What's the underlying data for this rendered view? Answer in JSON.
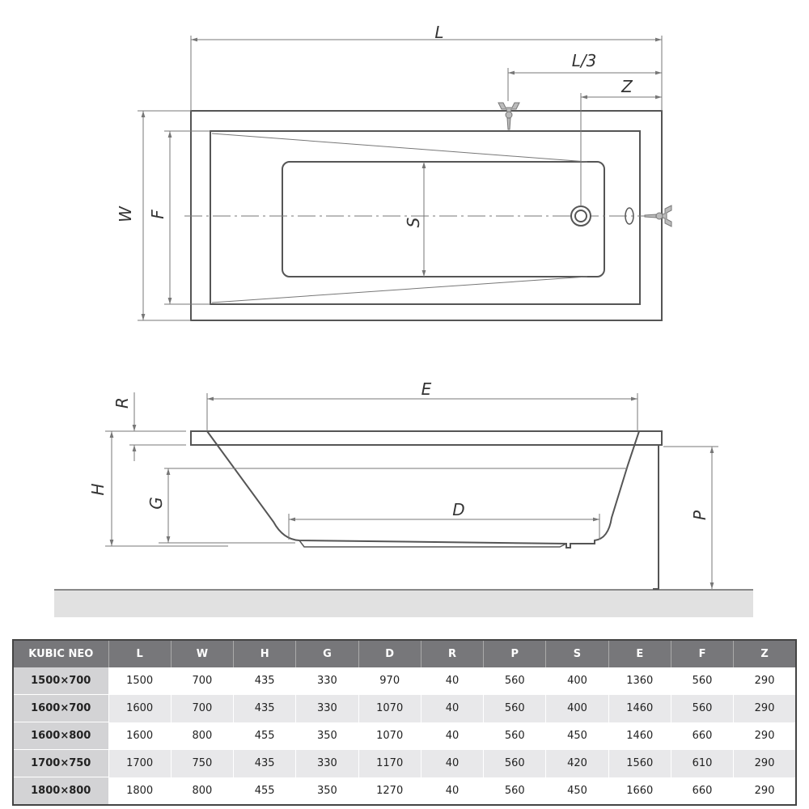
{
  "drawing": {
    "top_view_labels": {
      "L": "L",
      "L3": "L/3",
      "Z": "Z",
      "W": "W",
      "F": "F",
      "S": "S"
    },
    "side_view_labels": {
      "E": "E",
      "R": "R",
      "H": "H",
      "G": "G",
      "D": "D",
      "P": "P"
    }
  },
  "table": {
    "headers": [
      "KUBIC NEO",
      "L",
      "W",
      "H",
      "G",
      "D",
      "R",
      "P",
      "S",
      "E",
      "F",
      "Z"
    ],
    "rows": [
      [
        "1500×700",
        "1500",
        "700",
        "435",
        "330",
        "970",
        "40",
        "560",
        "400",
        "1360",
        "560",
        "290"
      ],
      [
        "1600×700",
        "1600",
        "700",
        "435",
        "330",
        "1070",
        "40",
        "560",
        "400",
        "1460",
        "560",
        "290"
      ],
      [
        "1600×800",
        "1600",
        "800",
        "455",
        "350",
        "1070",
        "40",
        "560",
        "450",
        "1460",
        "660",
        "290"
      ],
      [
        "1700×750",
        "1700",
        "750",
        "435",
        "330",
        "1170",
        "40",
        "560",
        "420",
        "1560",
        "610",
        "290"
      ],
      [
        "1800×800",
        "1800",
        "800",
        "455",
        "350",
        "1270",
        "40",
        "560",
        "450",
        "1660",
        "660",
        "290"
      ]
    ]
  }
}
